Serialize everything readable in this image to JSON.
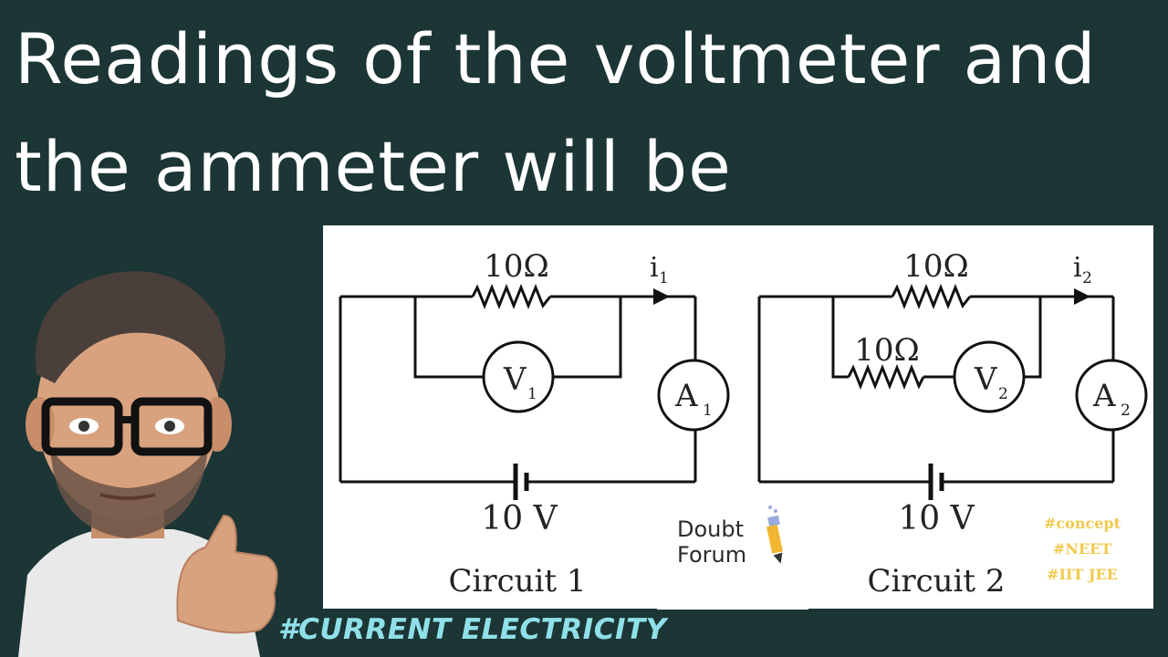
{
  "title": {
    "line1": "Readings of the voltmeter and",
    "line2": "the ammeter will be"
  },
  "circuit1": {
    "top_resistor": "10Ω",
    "current_label": "i",
    "current_sub": "1",
    "voltmeter": "V",
    "voltmeter_sub": "1",
    "ammeter": "A",
    "ammeter_sub": "1",
    "battery": "10 V",
    "caption": "Circuit 1"
  },
  "circuit2": {
    "top_resistor": "10Ω",
    "inner_resistor": "10Ω",
    "current_label": "i",
    "current_sub": "2",
    "voltmeter": "V",
    "voltmeter_sub": "2",
    "ammeter": "A",
    "ammeter_sub": "2",
    "battery": "10 V",
    "caption": "Circuit 2"
  },
  "brand": {
    "line1": "Doubt",
    "line2": "Forum"
  },
  "tags": [
    "#concept",
    "#NEET",
    "#IIT JEE"
  ],
  "topic_hashtag": "#CURRENT ELECTRICITY",
  "colors": {
    "background": "#1c3535",
    "tags": "#f2c94c",
    "topic_hashtag": "#8fe0e8"
  }
}
